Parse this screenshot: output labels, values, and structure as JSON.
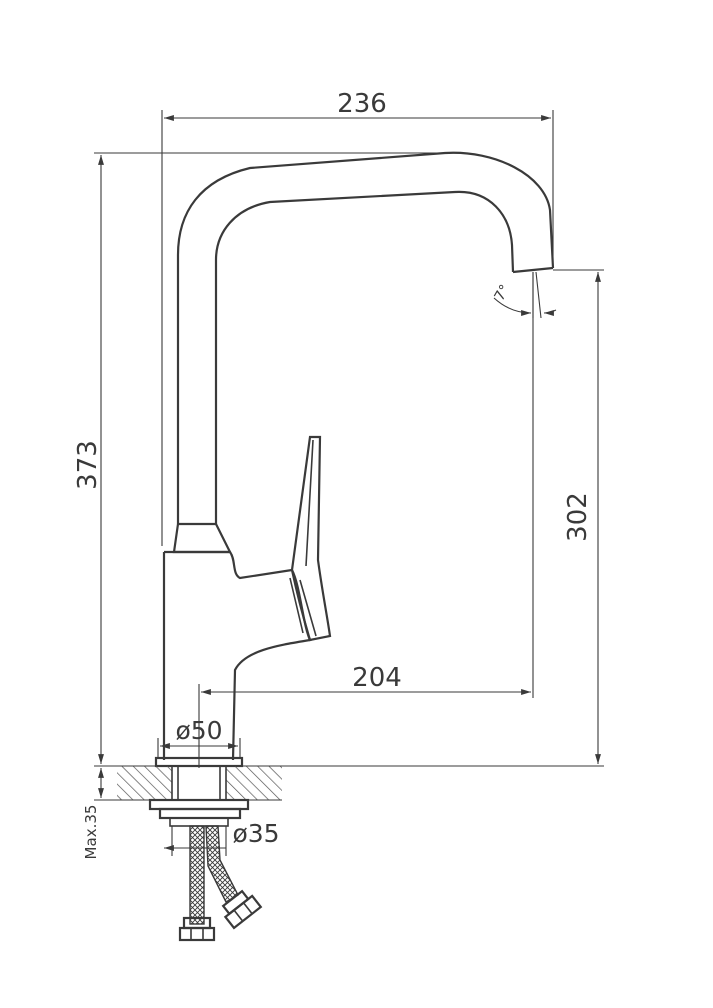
{
  "diagram": {
    "dimensions": {
      "overall_width": "236",
      "overall_height": "373",
      "spout_height": "302",
      "spout_reach": "204",
      "base_diameter": "ø50",
      "hole_diameter": "ø35",
      "max_counter": "Max.35",
      "spout_angle": "7°"
    },
    "colors": {
      "line": "#3a3a3a",
      "background": "#ffffff",
      "hatch": "#555555"
    }
  }
}
